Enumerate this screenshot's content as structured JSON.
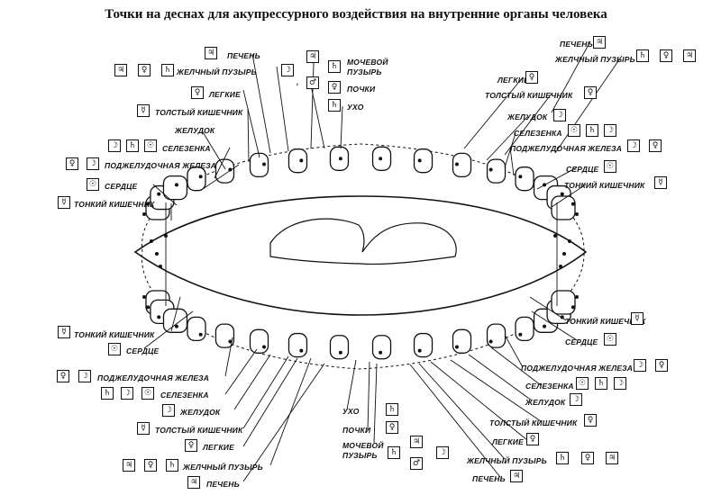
{
  "title": "Точки на деснах для акупрессурного воздействия на внутренние органы человека",
  "symbols": {
    "jupiter": "♃",
    "venus": "♀",
    "saturn": "♄",
    "moon": "☽",
    "sun": "☉",
    "mercury": "☿",
    "mars": "♂",
    "mars_jupiter": "♂",
    "comma": ","
  },
  "labels": {
    "t_liver": "ПЕЧЕНЬ",
    "t_gall": "ЖЕЛЧНЫЙ ПУЗЫРЬ",
    "t_lungs": "ЛЕГКИЕ",
    "t_colon": "ТОЛСТЫЙ КИШЕЧНИК",
    "t_stomach": "ЖЕЛУДОК",
    "t_spleen": "СЕЛЕЗЕНКА",
    "t_pancreas": "ПОДЖЕЛУДОЧНАЯ ЖЕЛЕЗА",
    "t_heart": "СЕРДЦЕ",
    "t_smallint": "ТОНКИЙ КИШЕЧНИК",
    "t_bladder1": "МОЧЕВОЙ",
    "t_bladder2": "ПУЗЫРЬ",
    "t_kidneys": "ПОЧКИ",
    "t_ear": "УХО",
    "tr_liver": "ПЕЧЕНЬ",
    "tr_gall": "ЖЕЛЧНЫЙ ПУЗЫРЬ",
    "tr_lungs": "ЛЕГКИЕ",
    "tr_colon": "ТОЛСТЫЙ КИШЕЧНИК",
    "tr_stomach": "ЖЕЛУДОК",
    "tr_spleen": "СЕЛЕЗЕНКА",
    "tr_pancreas": "ПОДЖЕЛУДОЧНАЯ ЖЕЛЕЗА",
    "tr_heart": "СЕРДЦЕ",
    "tr_smallint": "ТОНКИЙ КИШЕЧНИК",
    "b_smallint": "ТОНКИЙ КИШЕЧНИК",
    "b_heart": "СЕРДЦЕ",
    "b_pancreas": "ПОДЖЕЛУДОЧНАЯ ЖЕЛЕЗА",
    "b_spleen": "СЕЛЕЗЕНКА",
    "b_stomach": "ЖЕЛУДОК",
    "b_colon": "ТОЛСТЫЙ КИШЕЧНИК",
    "b_lungs": "ЛЕГКИЕ",
    "b_gall": "ЖЕЛЧНЫЙ ПУЗЫРЬ",
    "b_liver": "ПЕЧЕНЬ",
    "b_ear": "УХО",
    "b_kidneys": "ПОЧКИ",
    "b_bladder1": "МОЧЕВОЙ",
    "b_bladder2": "ПУЗЫРЬ",
    "br_smallint": "ТОНКИЙ КИШЕЧНИК",
    "br_heart": "СЕРДЦЕ",
    "br_pancreas": "ПОДЖЕЛУДОЧНАЯ ЖЕЛЕЗА",
    "br_spleen": "СЕЛЕЗЕНКА",
    "br_stomach": "ЖЕЛУДОК",
    "br_colon": "ТОЛСТЫЙ КИШЕЧНИК",
    "br_lungs": "ЛЕГКИЕ",
    "br_gall": "ЖЕЛЧНЫЙ ПУЗЫРЬ",
    "br_liver": "ПЕЧЕНЬ"
  }
}
